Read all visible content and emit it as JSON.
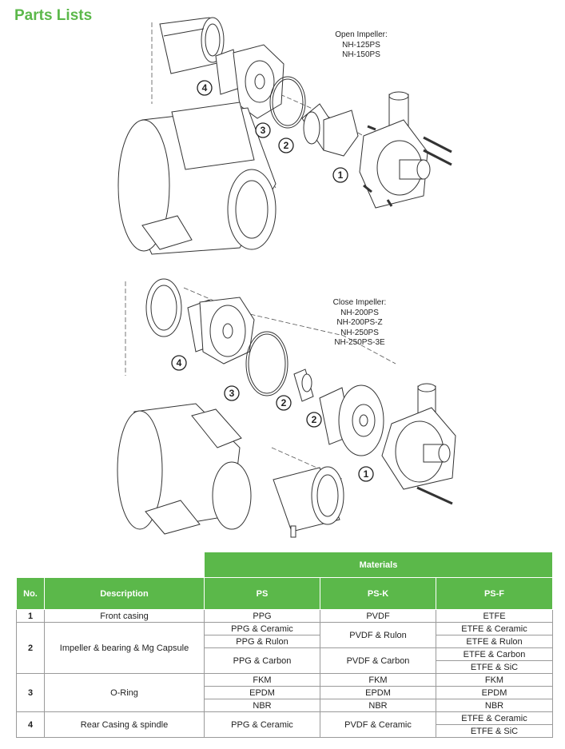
{
  "page_title": "Parts Lists",
  "diagram_top": {
    "caption_title": "Open Impeller:",
    "models": [
      "NH-125PS",
      "NH-150PS"
    ],
    "callouts": [
      "4",
      "3",
      "2",
      "1"
    ]
  },
  "diagram_bottom": {
    "caption_title": "Close Impeller:",
    "models": [
      "NH-200PS",
      "NH-200PS-Z",
      "NH-250PS",
      "NH-250PS-3E"
    ],
    "callouts": [
      "4",
      "3",
      "2",
      "2",
      "1"
    ]
  },
  "table": {
    "materials_header": "Materials",
    "headers": {
      "no": "No.",
      "description": "Description",
      "ps": "PS",
      "psk": "PS-K",
      "psf": "PS-F"
    },
    "rows": {
      "r1": {
        "no": "1",
        "description": "Front casing",
        "ps": "PPG",
        "psk": "PVDF",
        "psf": "ETFE"
      },
      "r2": {
        "no": "2",
        "description": "Impeller & bearing & Mg Capsule",
        "ps": [
          "PPG & Ceramic",
          "PPG & Rulon",
          "PPG & Carbon"
        ],
        "psk": [
          "PVDF & Rulon",
          "PVDF & Carbon"
        ],
        "psf": [
          "ETFE & Ceramic",
          "ETFE & Rulon",
          "ETFE & Carbon",
          "ETFE & SiC"
        ]
      },
      "r3": {
        "no": "3",
        "description": "O-Ring",
        "ps": [
          "FKM",
          "EPDM",
          "NBR"
        ],
        "psk": [
          "FKM",
          "EPDM",
          "NBR"
        ],
        "psf": [
          "FKM",
          "EPDM",
          "NBR"
        ]
      },
      "r4": {
        "no": "4",
        "description": "Rear Casing & spindle",
        "ps": "PPG & Ceramic",
        "psk": "PVDF & Ceramic",
        "psf": [
          "ETFE & Ceramic",
          "ETFE & SiC"
        ]
      }
    }
  }
}
